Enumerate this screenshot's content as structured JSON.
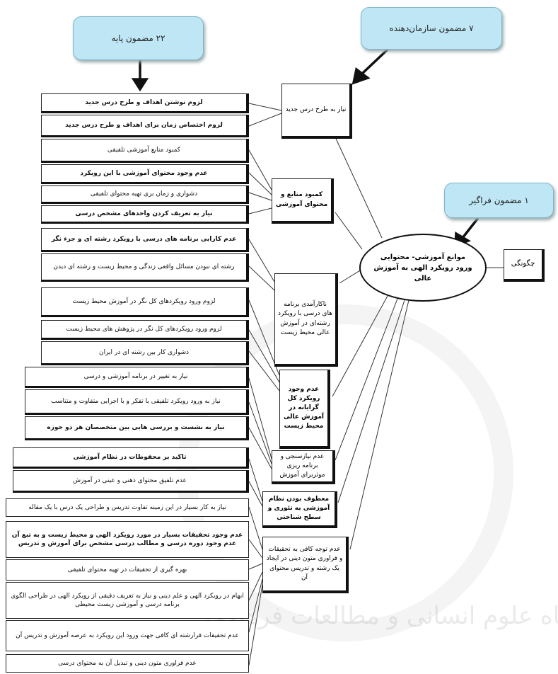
{
  "headers": {
    "basic": "۲۲ مضمون پایه",
    "organizing": "۷ مضمون سازمان‌دهنده",
    "global": "۱ مضمون فراگیر"
  },
  "global_theme": "موانع آموزشی- محتوایی ورود رویکرد الهی به آموزش عالی",
  "chegunegi": "چگونگی",
  "organizing_themes": [
    "نیاز به طرح درس جدید",
    "کمبود منابع و محتوای آموزشی",
    "ناکارآمدی برنامه های درسی با رویکرد رشته‌ای در آموزش عالی محیط زیست",
    "عدم وجود رویکرد کل گرایانه در آموزش عالی محیط زیست",
    "عدم نیازسنجی و برنامه ریزی موثربرای آموزش",
    "معطوف بودن نظام آموزشی به تئوری و سطح شناختی",
    "عدم توجه کافی به تحقیقات و فراوری متون دینی در ایجاد یک رشته و تدریس محتوای آن"
  ],
  "basic_themes": [
    "لزوم نوشتن اهداف و طرح درس جدید",
    "لزوم اختصاص زمان برای اهداف و طرح درس جدید",
    "کمبود منابع آموزشی تلفیقی",
    "عدم وجود محتوای آموزشی با این رویکرد",
    "دشواری و زمان بری تهیه محتوای تلفیقی",
    "نیاز به تعریف کردن واحدهای مشخص درسی",
    "عدم کارایی برنامه های درسی با رویکرد رشته ای و جزء نگر",
    "رشته ای نبودن مسائل واقعی زندگی و محیط زیست و رشته ای دیدن",
    "لزوم ورود رویکردهای کل نگر در آموزش محیط زیست",
    "لزوم ورود رویکردهای کل نگر در پژوهش های محیط زیست",
    "دشواری کار بین رشته ای در ایران",
    "نیاز به تغییر در برنامه آموزشی و درسی",
    "نیاز به ورود رویکرد تلفیقی با تفکر و با اجرایی متفاوت و متناسب",
    "نیاز به نشست و بررسی هایی بین متخصصان هر دو حوزه",
    "تاکید بر محفوظات در نظام آموزشی",
    "عدم تلفیق محتوای ذهنی و عینی در آموزش",
    "نیاز به کار بسیار در این زمینه تفاوت تدریس و طراحی یک درس با یک مقاله",
    "عدم وجود تحقیقات بسیار در مورد رویکرد الهی و محیط زیست و به تبع آن عدم وجود دوره درسی و مطالب درسی مشخص برای آموزش و تدریس",
    "بهره گیری از تحقیقات در تهیه محتوای تلفیقی",
    "ابهام در رویکرد الهی و علم دینی و نیاز به تعریف دقیقی از رویکرد الهی در طراحی الگوی برنامه درسی و آموزشی زیست محیطی",
    "عدم تحقیقات فرارشته ای کافی جهت ورود این رویکرد به عرصه آموزش و تدریس آن",
    "عدم فراوری متون دینی و تبدیل آن به محتوای درسی"
  ],
  "watermark": "پژوهشگاه علوم انسانی و مطالعات فرهنگی"
}
